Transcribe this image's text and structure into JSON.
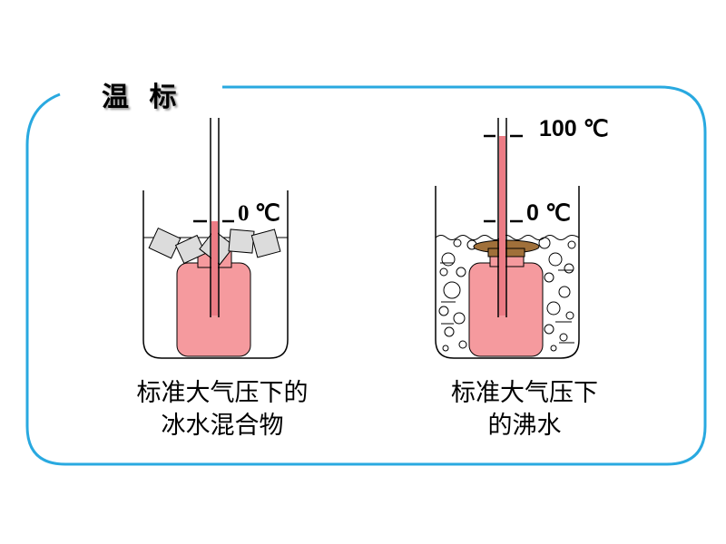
{
  "title": "温 标",
  "left_setup": {
    "caption_lines": [
      "标准大气压下的",
      "冰水混合物"
    ],
    "mark_label": "0 ℃"
  },
  "right_setup": {
    "caption_lines": [
      "标准大气压下",
      "的沸水"
    ],
    "mark_label_low": "0 ℃",
    "mark_label_high": "100 ℃"
  },
  "colors": {
    "frame": "#29a9e0",
    "liquid_bottle": "#f59a9e",
    "liquid_column": "#ec7c85",
    "stopper": "#a0703a",
    "ice": "#dcdcdc"
  }
}
